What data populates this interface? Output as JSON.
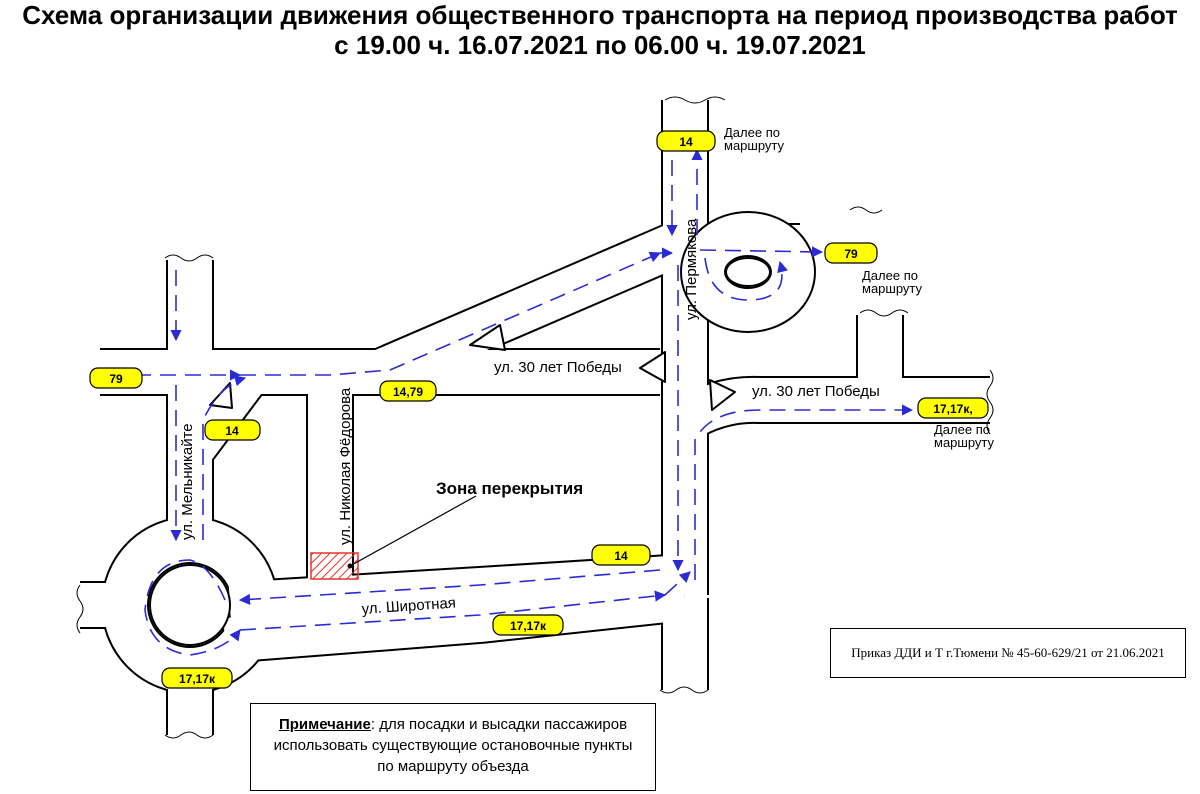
{
  "title": {
    "line1": "Схема организации движения общественного транспорта на период производства работ",
    "line2": "с 19.00 ч. 16.07.2021 по 06.00 ч. 19.07.2021"
  },
  "streets": {
    "permyakova": "ул. Пермякова",
    "pobedy_a": "ул. 30 лет Победы",
    "pobedy_b": "ул. 30 лет Победы",
    "fedorova": "ул. Николая Фёдорова",
    "melnikaite": "ул. Мельникайте",
    "shirotnaya": "ул. Широтная"
  },
  "zone": {
    "label": "Зона перекрытия",
    "color": "#e8332a"
  },
  "notes": {
    "dalee1": [
      "Далее по",
      "маршруту"
    ],
    "dalee2": [
      "Далее по",
      "маршруту"
    ],
    "dalee3": [
      "Далее по",
      "маршруту"
    ]
  },
  "badges": {
    "b14_top": "14",
    "b79_right": "79",
    "b79_left": "79",
    "b1479": "14,79",
    "b14_mid": "14",
    "b1717k_right": "17,17к,",
    "b14_lower": "14",
    "b1717k_lower": "17,17к",
    "b1717k_bottom": "17,17к"
  },
  "colors": {
    "badge": "#ffff00",
    "route": "#2b2bd6",
    "road_edge": "#000000"
  },
  "order": "Приказ ДДИ и Т г.Тюмени № 45-60-629/21 от 21.06.2021",
  "footnote": {
    "label": "Примечание",
    "line1_rest": ":  для посадки и высадки   пассажиров",
    "line2": "использовать существующие остановочные пункты",
    "line3": "по маршруту объезда"
  }
}
